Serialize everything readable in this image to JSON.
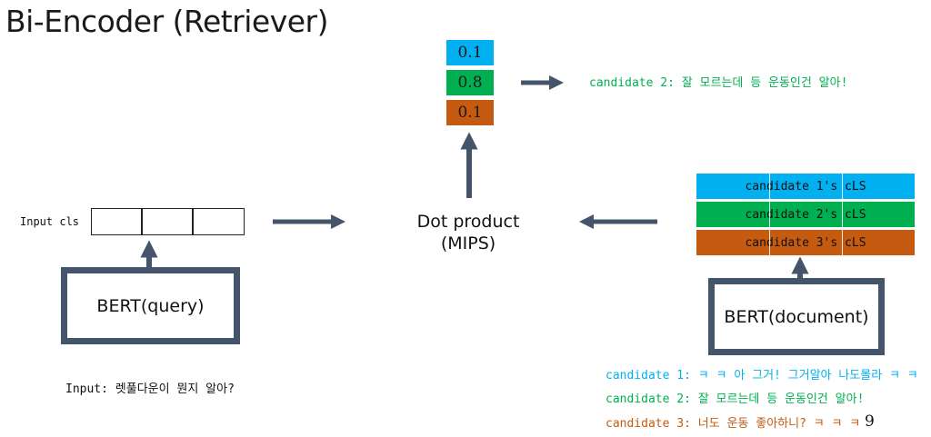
{
  "title": "Bi-Encoder (Retriever)",
  "scores": [
    "0.1",
    "0.8",
    "0.1"
  ],
  "top_candidate": "candidate 2: 잘 모르는데 등 운동인건 알아!",
  "input_cls_label": "Input cls",
  "bert_query": "BERT(query)",
  "bert_document": "BERT(document)",
  "dot_product": [
    "Dot product",
    "(MIPS)"
  ],
  "input_text": "Input: 렛풀다운이 뭔지 알아?",
  "candidate_cls": [
    "candidate 1's cLS",
    "candidate 2's cLS",
    "candidate 3's cLS"
  ],
  "candidates": [
    "candidate 1: ㅋ ㅋ 아 그거! 그거알아 나도몰라 ㅋ ㅋ",
    "candidate 2: 잘 모르는데 등 운동인건 알아!",
    "candidate 3: 너도 운동 좋아하니? ㅋ ㅋ ㅋ"
  ],
  "page_number": "9",
  "colors": {
    "blue": "#00b0f0",
    "green": "#00b050",
    "orange": "#c55a11",
    "arrow": "#44546a",
    "cand1_text": "#00b0f0",
    "cand2_text": "#00b050",
    "cand3_text": "#c55a11"
  }
}
